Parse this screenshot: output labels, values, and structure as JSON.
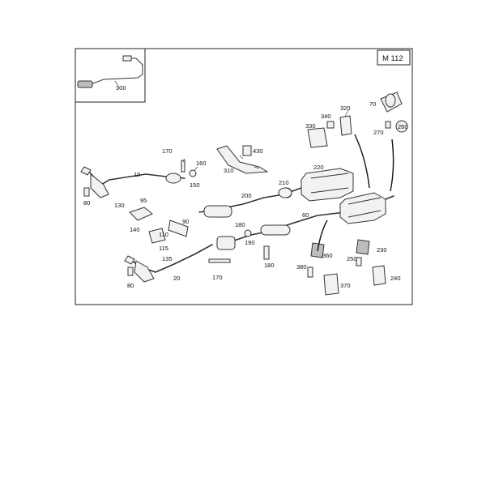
{
  "model_code": "M 112",
  "labels": {
    "p10": "10",
    "p20": "20",
    "p60": "60",
    "p70": "70",
    "p80a": "80",
    "p80b": "80",
    "p90": "90",
    "p95": "95",
    "p110": "110",
    "p115": "115",
    "p130": "130",
    "p135": "135",
    "p140": "140",
    "p150": "150",
    "p160": "160",
    "p170a": "170",
    "p170b": "170",
    "p180a": "180",
    "p180b": "180",
    "p190": "190",
    "p200": "200",
    "p210": "210",
    "p220": "220",
    "p230": "230",
    "p240": "240",
    "p250": "250",
    "p260": "260",
    "p270": "270",
    "p300": "300",
    "p310": "310",
    "p320": "320",
    "p330": "330",
    "p340": "340",
    "p360": "360",
    "p370": "370",
    "p380": "380",
    "p430": "430"
  }
}
